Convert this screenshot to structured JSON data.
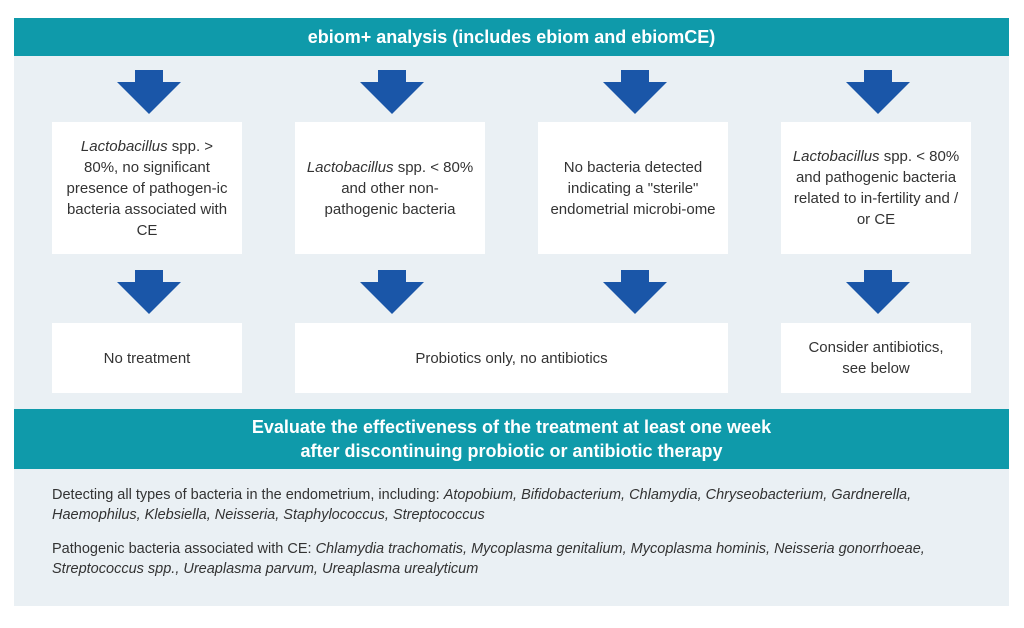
{
  "header": {
    "title": "ebiom+ analysis (includes ebiom and ebiomCE)"
  },
  "colors": {
    "teal": "#0f9aaa",
    "arrow_blue": "#1a56a8",
    "panel_bg": "#eaf0f4"
  },
  "findings": [
    {
      "italic": "Lactobacillus",
      "text": " spp. > 80%, no significant presence of pathogen-ic bacteria associated with CE"
    },
    {
      "italic": "Lactobacillus",
      "text": " spp. < 80% and other non-pathogenic bacteria"
    },
    {
      "italic": "",
      "text": "No bacteria detected indicating a \"sterile\" endometrial microbi-ome"
    },
    {
      "italic": "Lactobacillus",
      "text": " spp. < 80% and pathogenic bacteria related to in-fertility and / or CE"
    }
  ],
  "treatments": {
    "none": "No treatment",
    "probiotics": "Probiotics only, no antibiotics",
    "antibiotics": "Consider antibiotics, see below"
  },
  "evaluate": {
    "line1": "Evaluate the effectiveness of the treatment at least one week",
    "line2": "after discontinuing probiotic or antibiotic therapy"
  },
  "notes": {
    "detecting_prefix": "Detecting all types of  bacteria in the endometrium, including: ",
    "detecting_list": "Atopobium, Bifidobacterium, Chlamydia, Chryseobacterium, Gardnerella, Haemophilus, Klebsiella, Neisseria, Staphylococcus, Streptococcus",
    "pathogenic_prefix": "Pathogenic bacteria associated with CE: ",
    "pathogenic_list": "Chlamydia trachomatis, Mycoplasma genitalium, Mycoplasma hominis, Neisseria gonorrhoeae, Streptococcus spp., Ureaplasma parvum, Ureaplasma urealyticum"
  }
}
